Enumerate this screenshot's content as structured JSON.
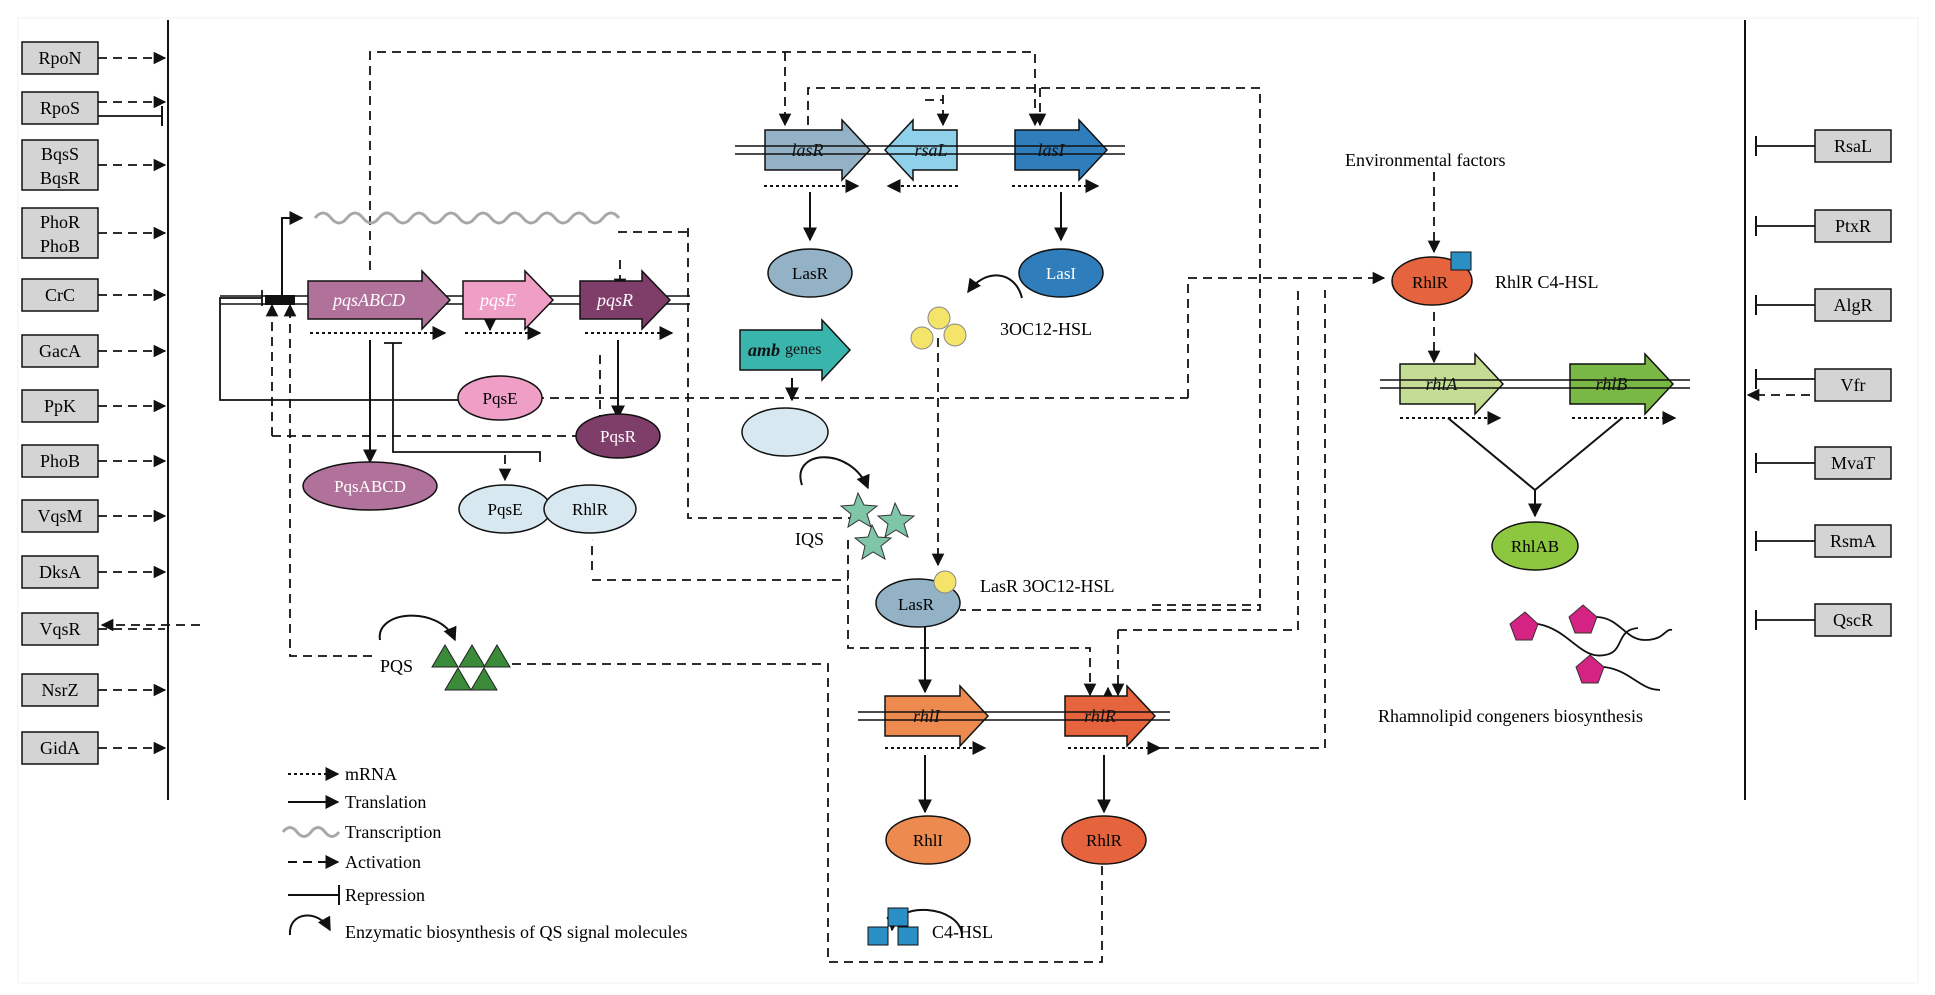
{
  "colors": {
    "pqsABCD": "#b0719a",
    "pqsE": "#ef9fc6",
    "pqsR": "#7f3d6a",
    "lasR": "#93b2c6",
    "rsaL": "#8fd0ea",
    "lasI": "#2f7dbb",
    "amb": "#3ab5ad",
    "rhlI": "#ec8a4f",
    "rhlR": "#e5643e",
    "rhlA": "#c4dc94",
    "rhlB": "#79b845",
    "rhlAB": "#8dc63f",
    "pqs_triangle": "#3a8a3a",
    "iqs_star": "#7fc6a9",
    "c4hsl": "#2a8fc5",
    "hsl_circle": "#f5e46a",
    "rhamnolipid": "#d52383",
    "regulator_box": "#d4d4d4"
  },
  "left_regulators": [
    "RpoN",
    "RpoS",
    "BqsS\nBqsR",
    "PhoR\nPhoB",
    "CrC",
    "GacA",
    "PpK",
    "PhoB",
    "VqsM",
    "DksA",
    "VqsR",
    "NsrZ",
    "GidA"
  ],
  "right_regulators": [
    "RsaL",
    "PtxR",
    "AlgR",
    "Vfr",
    "MvaT",
    "RsmA",
    "QscR"
  ],
  "genes": {
    "pqsABCD": "pqsABCD",
    "pqsE": "pqsE",
    "pqsR": "pqsR",
    "lasR": "lasR",
    "rsaL": "rsaL",
    "lasI": "lasI",
    "amb": "amb",
    "amb_suffix": "genes",
    "rhlI": "rhlI",
    "rhlR": "rhlR",
    "rhlA": "rhlA",
    "rhlB": "rhlB"
  },
  "proteins": {
    "lasR": "LasR",
    "lasI": "LasI",
    "pqsE": "PqsE",
    "pqsR": "PqsR",
    "pqsABCD": "PqsABCD",
    "pqsE_complex": "PqsE",
    "rhlR_complex": "RhlR",
    "lasR_bound": "LasR",
    "rhlR_bound": "RhlR",
    "rhlAB": "RhlAB",
    "rhlI": "RhlI",
    "rhlR": "RhlR"
  },
  "labels": {
    "hsl_3oc12": "3OC12-HSL",
    "iqs": "IQS",
    "pqs": "PQS",
    "lasR_3oc12": "LasR  3OC12-HSL",
    "rhlR_c4": "RhlR  C4-HSL",
    "environmental": "Environmental factors",
    "c4_hsl": "C4-HSL",
    "rhamnolipid": "Rhamnolipid congeners biosynthesis"
  },
  "legend": [
    {
      "key": "mrna",
      "label": "mRNA"
    },
    {
      "key": "translation",
      "label": "Translation"
    },
    {
      "key": "transcription",
      "label": "Transcription"
    },
    {
      "key": "activation",
      "label": "Activation"
    },
    {
      "key": "repression",
      "label": "Repression"
    },
    {
      "key": "enzymatic",
      "label": "Enzymatic biosynthesis of QS signal molecules"
    }
  ]
}
